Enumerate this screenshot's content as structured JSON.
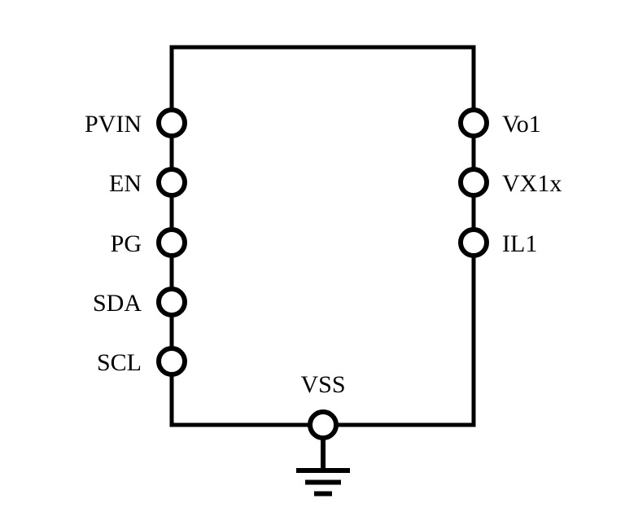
{
  "diagram": {
    "type": "circuit-schematic",
    "component": "IC symbol with port terminals",
    "colors": {
      "line": "#000000",
      "background": "#ffffff",
      "pin_fill": "#ffffff"
    },
    "pins": {
      "left": [
        "PVIN",
        "EN",
        "PG",
        "SDA",
        "SCL"
      ],
      "right": [
        "Vo1",
        "VX1x",
        "IL1"
      ],
      "bottom": [
        "VSS"
      ]
    },
    "symbols": {
      "ground": "earth-ground"
    }
  }
}
